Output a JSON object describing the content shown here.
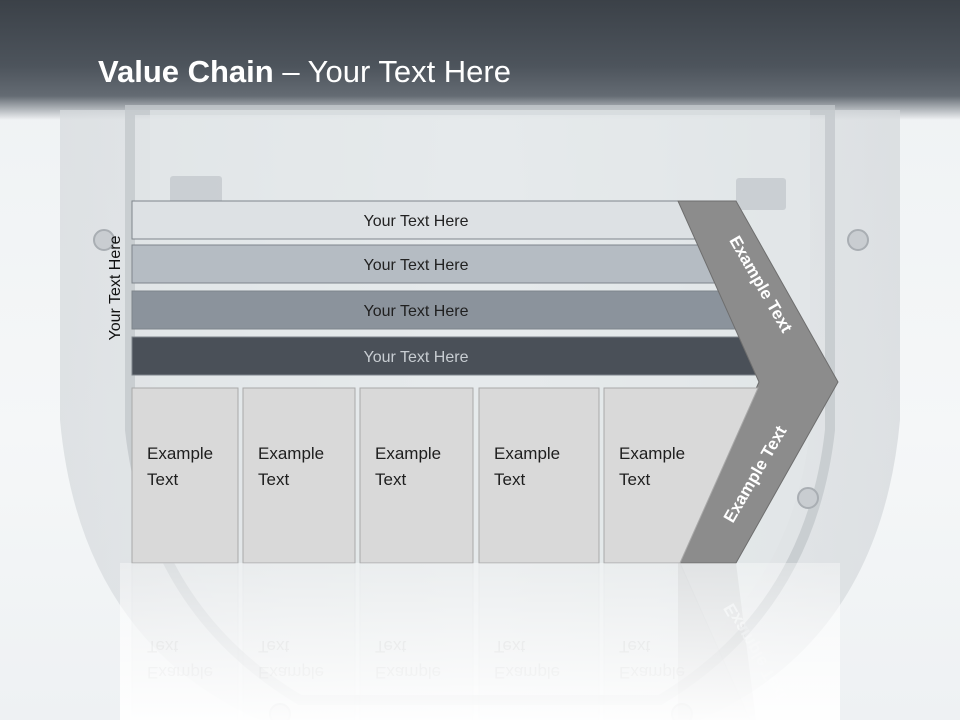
{
  "slide": {
    "title_bold": "Value Chain",
    "title_rest": " – Your Text Here",
    "side_label": "Your Text Here"
  },
  "support_rows": [
    {
      "label": "Your Text Here",
      "fill": "#dde1e4",
      "text_color": "#222222"
    },
    {
      "label": "Your Text Here",
      "fill": "#b5bcc3",
      "text_color": "#222222"
    },
    {
      "label": "Your Text Here",
      "fill": "#8b939c",
      "text_color": "#1f1f1f"
    },
    {
      "label": "Your Text Here",
      "fill": "#4a5058",
      "text_color": "#c8cdd2"
    }
  ],
  "primary_boxes": [
    {
      "line1": "Example",
      "line2": "Text"
    },
    {
      "line1": "Example",
      "line2": "Text"
    },
    {
      "line1": "Example",
      "line2": "Text"
    },
    {
      "line1": "Example",
      "line2": "Text"
    },
    {
      "line1": "Example",
      "line2": "Text"
    }
  ],
  "chevron": {
    "top_label": "Example Text",
    "bottom_label": "Example Text",
    "fill": "#8c8c8c"
  },
  "colors": {
    "box_fill": "#d9d9d9",
    "box_stroke": "#a9a9a9",
    "header_dark": "#3b4148"
  }
}
